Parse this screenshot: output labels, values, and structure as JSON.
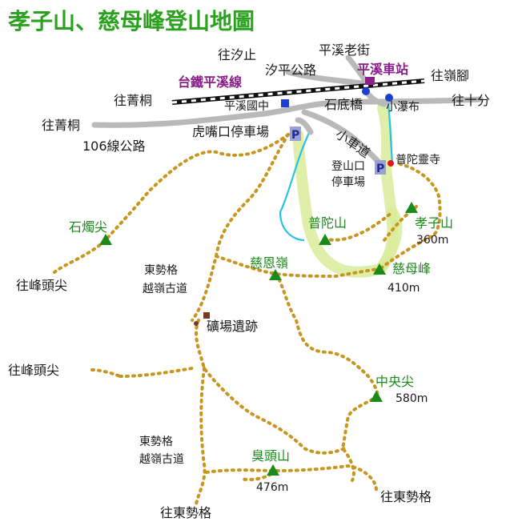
{
  "title": "孝子山、慈母峰登山地圖",
  "colors": {
    "title": "#2aa21d",
    "peak": "#1a8a1a",
    "railway": "#8a1f8a",
    "station_blue": "#1e3fd0",
    "temple": "#e0171e",
    "trail": "#c8961e",
    "road": "#b9b9b9",
    "river": "#27c3e6",
    "historic": "#b08080",
    "mine": "#7a3a1f"
  },
  "directions": {
    "xizhi": "往汐止",
    "jingtong_1": "往菁桐",
    "jingtong_2": "往菁桐",
    "lingjiao": "往嶺腳",
    "shifen": "往十分",
    "fengtoujian_1": "往峰頭尖",
    "fengtoujian_2": "往峰頭尖",
    "dongshige_1": "往東勢格",
    "dongshige_2": "往東勢格"
  },
  "roads": {
    "xiping": "汐平公路",
    "route106": "106線公路",
    "small_road": "小車道"
  },
  "places": {
    "old_street": "平溪老街",
    "station": "平溪車站",
    "railway": "台鐵平溪線",
    "school": "平溪國中",
    "shidiqiao": "石底橋",
    "waterfall": "小瀑布",
    "parking_huzuikou": "虎嘴口停車場",
    "temple": "普陀靈寺",
    "parking_dengshankou_1": "登山口",
    "parking_dengshankou_2": "停車場",
    "mine": "礦場遺跡",
    "parking_symbol": "P"
  },
  "historic": {
    "trail1_line1": "東勢格",
    "trail1_line2": "越嶺古道",
    "trail2_line1": "東勢格",
    "trail2_line2": "越嶺古道"
  },
  "peaks": {
    "shizhujian": {
      "name": "石燭尖"
    },
    "putuoshan": {
      "name": "普陀山"
    },
    "xiaozishan": {
      "name": "孝子山",
      "elevation": "360m"
    },
    "cienling": {
      "name": "慈恩嶺"
    },
    "cimufeng": {
      "name": "慈母峰",
      "elevation": "410m"
    },
    "zhongyangjian": {
      "name": "中央尖",
      "elevation": "580m"
    },
    "choutoushan": {
      "name": "臭頭山",
      "elevation": "476m"
    }
  }
}
